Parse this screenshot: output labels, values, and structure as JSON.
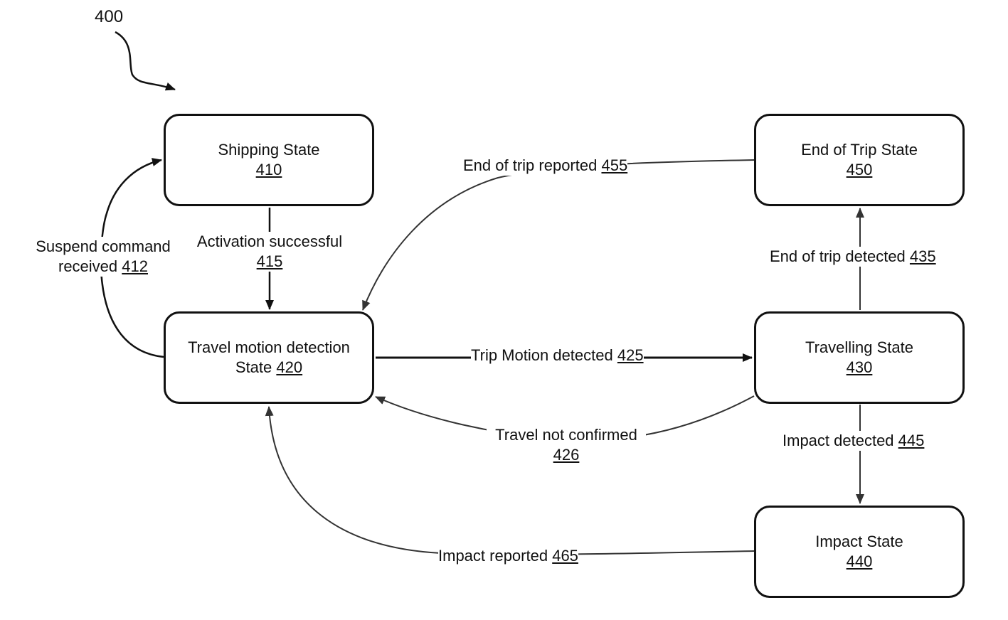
{
  "figure": {
    "number": "400"
  },
  "states": {
    "shipping": {
      "name": "Shipping State",
      "num": "410"
    },
    "travel_motion": {
      "name_line1": "Travel motion detection",
      "name_line2": "State",
      "num": "420"
    },
    "travelling": {
      "name": "Travelling State",
      "num": "430"
    },
    "end_of_trip": {
      "name": "End of Trip State",
      "num": "450"
    },
    "impact": {
      "name": "Impact State",
      "num": "440"
    }
  },
  "transitions": {
    "suspend": {
      "line1": "Suspend command",
      "line2": "received",
      "num": "412"
    },
    "activation": {
      "text": "Activation successful",
      "num": "415"
    },
    "trip_motion": {
      "text": "Trip Motion detected",
      "num": "425"
    },
    "travel_not_confirmed": {
      "text": "Travel not confirmed",
      "num": "426"
    },
    "end_of_trip_detected": {
      "text": "End of trip detected",
      "num": "435"
    },
    "end_of_trip_reported": {
      "text": "End of trip reported",
      "num": "455"
    },
    "impact_detected": {
      "text": "Impact detected",
      "num": "445"
    },
    "impact_reported": {
      "text": "Impact reported",
      "num": "465"
    }
  },
  "colors": {
    "line": "#111111",
    "background": "#ffffff"
  }
}
